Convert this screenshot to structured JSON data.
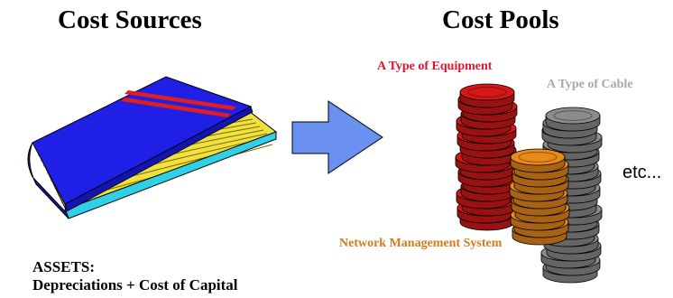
{
  "titles": {
    "left": "Cost Sources",
    "right": "Cost Pools"
  },
  "pool_labels": {
    "equipment": "A Type of Equipment",
    "cable": "A Type of Cable",
    "nms": "Network Management System",
    "etc": "etc..."
  },
  "assets": {
    "heading": "ASSETS:",
    "formula": "Depreciations + Cost of Capital"
  },
  "colors": {
    "book_cover": "#1f1fe6",
    "book_stripe": "#e01e1e",
    "book_pages": "#f0e040",
    "arrow": "#6a90f0",
    "equipment_coins": "#d41818",
    "equipment_label": "#e0142e",
    "cable_coins": "#8c8c8c",
    "cable_label": "#a8a8a8",
    "nms_coins": "#e88a1a",
    "nms_label": "#d47a18"
  },
  "icons": {
    "book": "book-icon",
    "arrow": "right-arrow-icon",
    "equipment_stack": "red-coin-stack-icon",
    "cable_stack": "gray-coin-stack-icon",
    "nms_stack": "orange-coin-stack-icon"
  }
}
